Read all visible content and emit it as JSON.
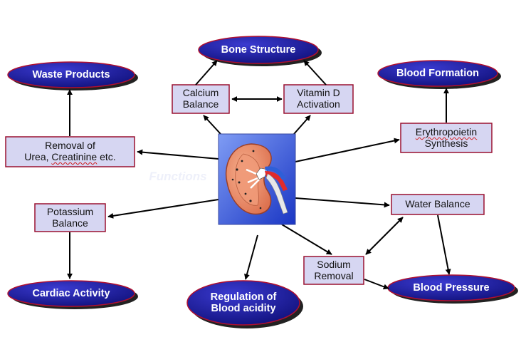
{
  "center_watermark": "Functions",
  "ovals": {
    "bone_structure": "Bone Structure",
    "waste_products": "Waste Products",
    "blood_formation": "Blood Formation",
    "cardiac_activity": "Cardiac Activity",
    "regulation_blood_acidity": "Regulation of\nBlood acidity",
    "blood_pressure": "Blood Pressure"
  },
  "boxes": {
    "calcium_balance": "Calcium\nBalance",
    "vitamin_d_activation": "Vitamin D\nActivation",
    "removal_line1": "Removal of",
    "removal_line2_a": "Urea, ",
    "removal_line2_b": "Creatinine",
    "removal_line2_c": " etc.",
    "erythropoietin": "Erythropoietin",
    "synthesis": "Synthesis",
    "potassium_balance": "Potassium\nBalance",
    "water_balance": "Water Balance",
    "sodium_removal": "Sodium\nRemoval"
  },
  "colors": {
    "oval_fill": "#1e1ea8",
    "oval_border": "#b01030",
    "box_fill": "#d6d6f2",
    "box_border": "#9a1030",
    "arrow": "#000000"
  }
}
